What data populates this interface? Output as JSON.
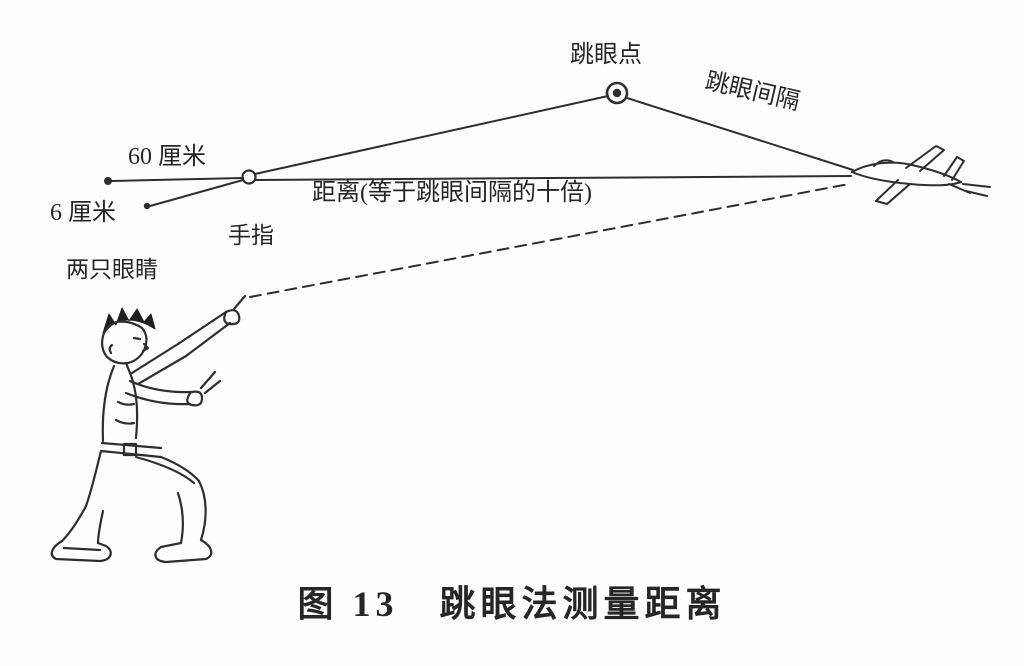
{
  "figure": {
    "caption": "图 13　跳眼法测量距离",
    "labels": {
      "jump_point": "跳眼点",
      "jump_interval": "跳眼间隔",
      "sixty_cm": "60 厘米",
      "six_cm": "6 厘米",
      "finger": "手指",
      "two_eyes": "两只眼睛",
      "distance": "距离(等于跳眼间隔的十倍)"
    },
    "markers": {
      "jump_point_marker": "target-double-circle",
      "finger_marker": "open-circle",
      "eye_markers": "two-dots"
    },
    "colors": {
      "ink": "#2e2e2e",
      "background": "#fefefe"
    }
  }
}
